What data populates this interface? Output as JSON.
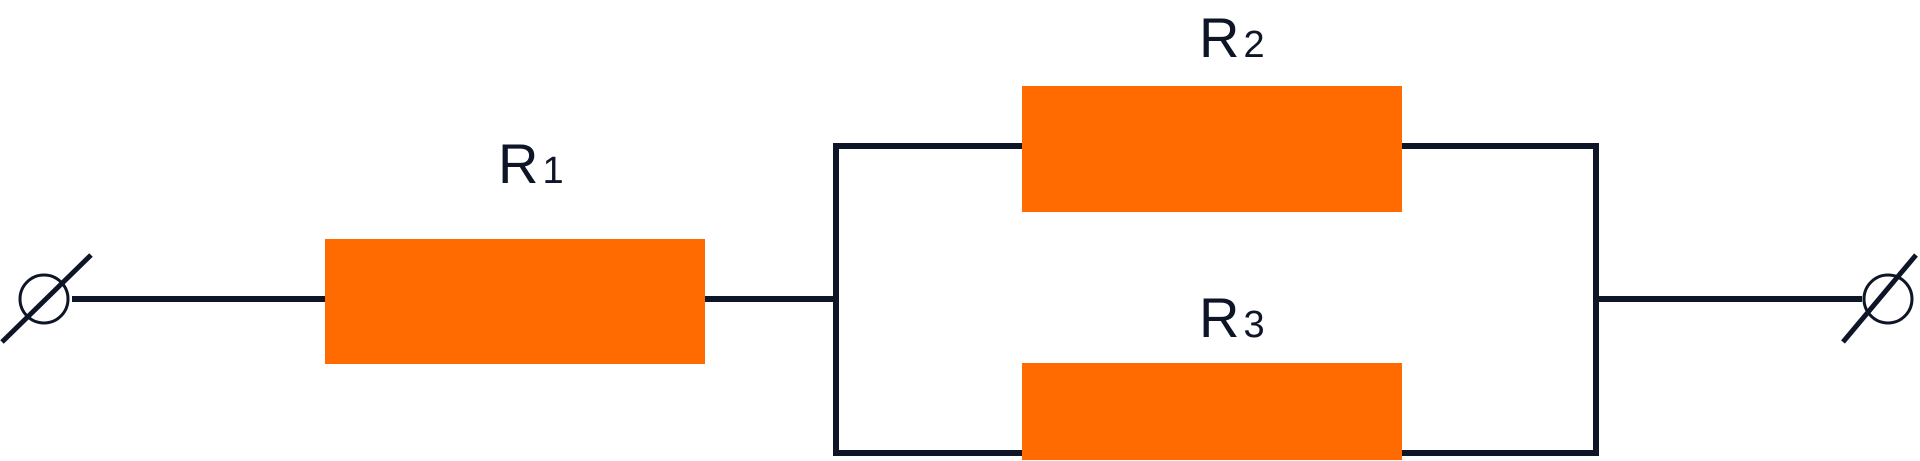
{
  "colors": {
    "wire": "#0d1526",
    "resistor_fill": "#ff6b00",
    "background": "#ffffff"
  },
  "resistors": [
    {
      "id": "r1",
      "symbol": "R",
      "subscript": "1"
    },
    {
      "id": "r2",
      "symbol": "R",
      "subscript": "2"
    },
    {
      "id": "r3",
      "symbol": "R",
      "subscript": "3"
    }
  ],
  "terminals": [
    {
      "id": "left",
      "glyph": "⌀"
    },
    {
      "id": "right",
      "glyph": "⌀"
    }
  ]
}
